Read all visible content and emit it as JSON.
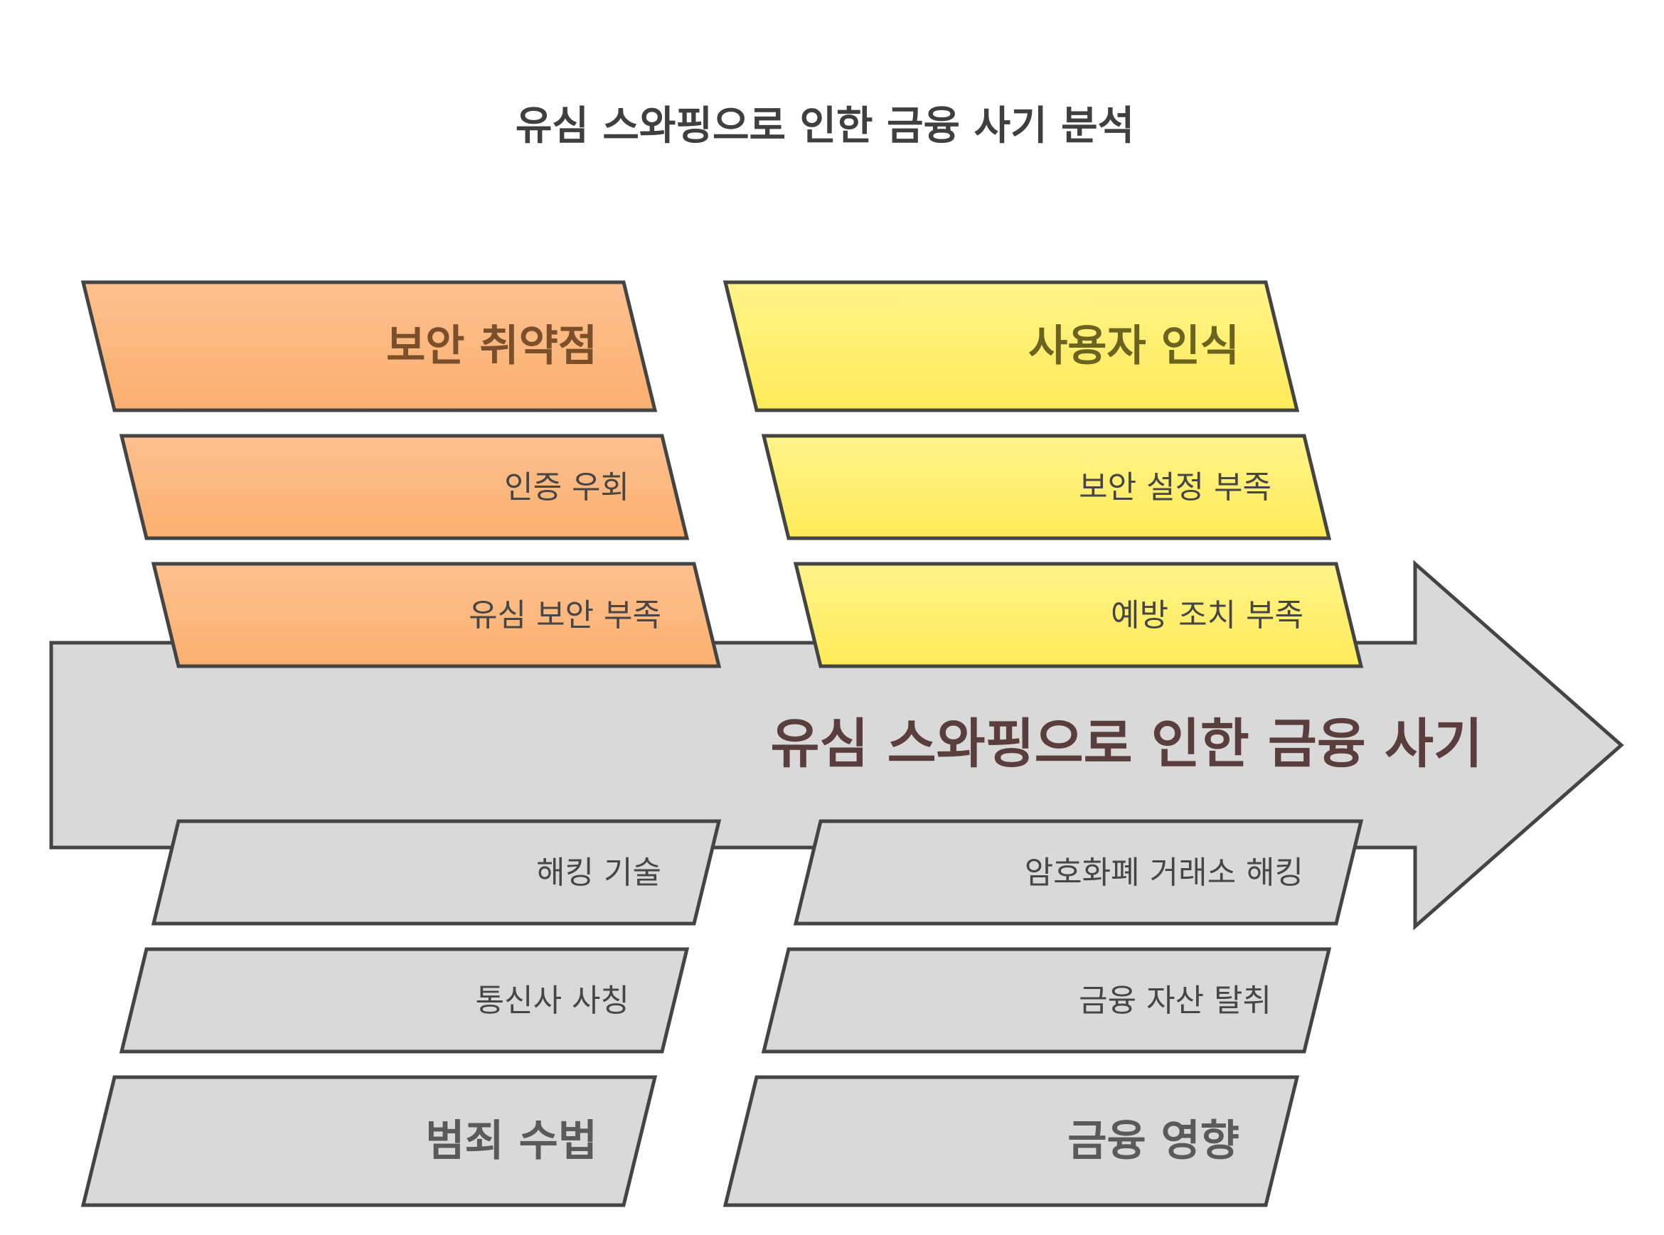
{
  "title": "유심 스와핑으로 인한 금융 사기 분석",
  "spine": {
    "label": "유심 스와핑으로 인한 금융 사기",
    "color": "#d9d9d9"
  },
  "categories": {
    "security": {
      "heading": "보안 취약점",
      "items": [
        "인증 우회",
        "유심 보안 부족"
      ],
      "color_light": "#fdc08f",
      "color_dark": "#fbb06f",
      "text_color": "#7a4f2a"
    },
    "awareness": {
      "heading": "사용자 인식",
      "items": [
        "보안 설정 부족",
        "예방 조치 부족"
      ],
      "color_light": "#fff38a",
      "color_dark": "#ffeb58",
      "text_color": "#6b6320"
    },
    "methods": {
      "heading": "범죄 수법",
      "items": [
        "해킹 기술",
        "통신사 사칭"
      ],
      "color": "#d9d9d9",
      "text_color": "#5a5a5a"
    },
    "impact": {
      "heading": "금융 영향",
      "items": [
        "암호화폐 거래소 해킹",
        "금융 자산 탈취"
      ],
      "color": "#d9d9d9",
      "text_color": "#5a5a5a"
    }
  }
}
